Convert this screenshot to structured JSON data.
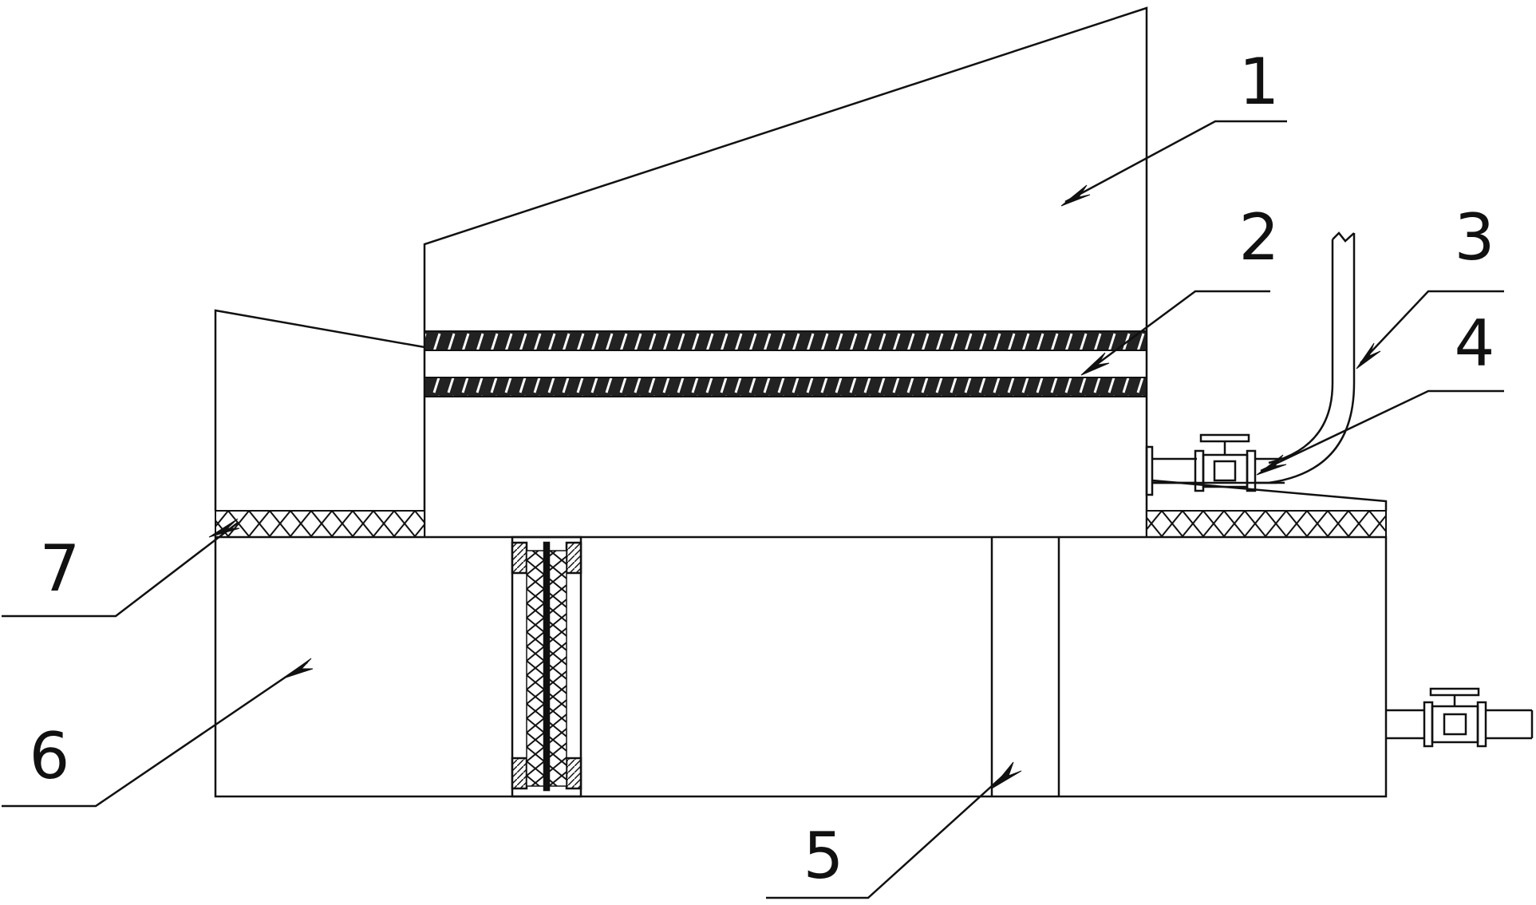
{
  "labels": {
    "part_1": "1",
    "part_2": "2",
    "part_3": "3",
    "part_4": "4",
    "part_5": "5",
    "part_6": "6",
    "part_7": "7"
  },
  "colors": {
    "line": "#111111",
    "background": "#ffffff"
  }
}
